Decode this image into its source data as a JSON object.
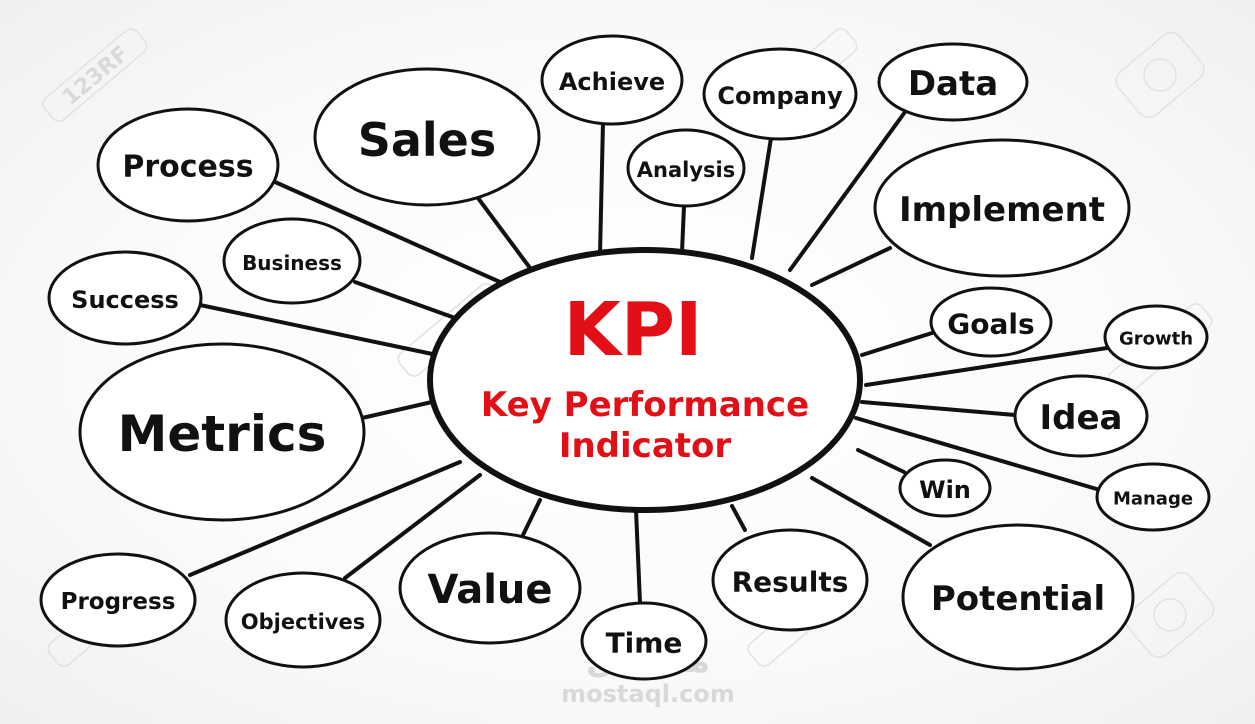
{
  "diagram": {
    "type": "mind-map",
    "colors": {
      "center_text": "#e30f16",
      "node_text": "#111111",
      "outline": "#111111",
      "background": "#ffffff"
    },
    "center": {
      "title": "KPI",
      "subtitle_line1": "Key Performance",
      "subtitle_line2": "Indicator"
    },
    "nodes": [
      {
        "label": "Process"
      },
      {
        "label": "Sales"
      },
      {
        "label": "Achieve"
      },
      {
        "label": "Company"
      },
      {
        "label": "Data"
      },
      {
        "label": "Analysis"
      },
      {
        "label": "Implement"
      },
      {
        "label": "Business"
      },
      {
        "label": "Success"
      },
      {
        "label": "Goals"
      },
      {
        "label": "Growth"
      },
      {
        "label": "Metrics"
      },
      {
        "label": "Idea"
      },
      {
        "label": "Win"
      },
      {
        "label": "Manage"
      },
      {
        "label": "Progress"
      },
      {
        "label": "Objectives"
      },
      {
        "label": "Value"
      },
      {
        "label": "Time"
      },
      {
        "label": "Results"
      },
      {
        "label": "Potential"
      }
    ]
  },
  "watermarks": {
    "stock": "123RF",
    "site_arabic": "مستقل",
    "site_latin": "mostaql.com"
  }
}
